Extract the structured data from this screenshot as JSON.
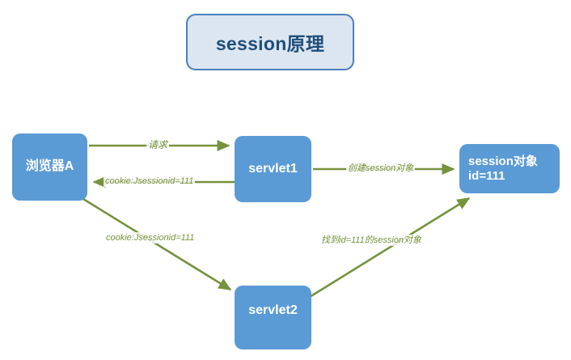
{
  "title": {
    "text": "session原理"
  },
  "colors": {
    "node_fill": "#5B9BD5",
    "node_text": "#FFFFFF",
    "title_fill": "#DCE6F1",
    "title_border": "#4A7EBB",
    "title_text": "#1F4E79",
    "arrow": "#76923C",
    "background": "#FFFFFF"
  },
  "nodes": {
    "browser": {
      "label": "浏览器A"
    },
    "servlet1": {
      "label": "servlet1"
    },
    "servlet2": {
      "label": "servlet2"
    },
    "session": {
      "label": "session对象\nid=111"
    }
  },
  "edges": {
    "request": {
      "label": "请求",
      "from": "browser",
      "to": "servlet1"
    },
    "cookie_back": {
      "label": "cookie:Jsessionid=111",
      "from": "servlet1",
      "to": "browser"
    },
    "create_session": {
      "label": "创建session对象",
      "from": "servlet1",
      "to": "session"
    },
    "cookie_send": {
      "label": "cookie:Jsessionid=111",
      "from": "browser",
      "to": "servlet2"
    },
    "find_session": {
      "label": "找到id=111的session对象",
      "from": "servlet2",
      "to": "session"
    }
  }
}
